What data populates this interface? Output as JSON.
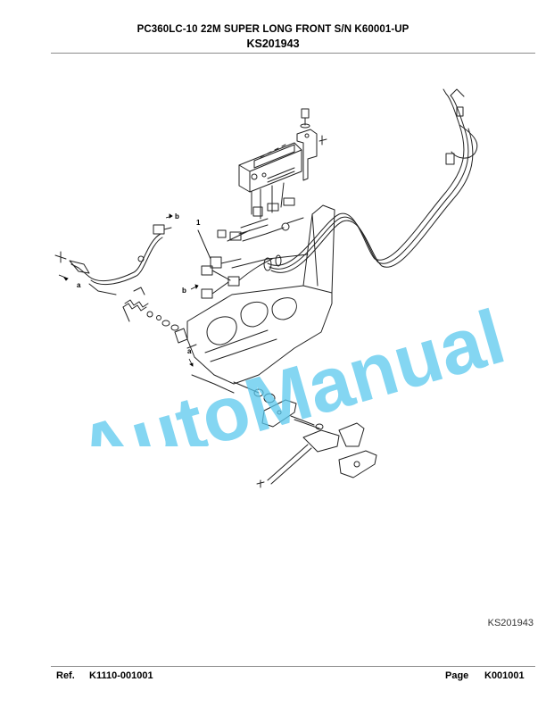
{
  "header": {
    "model_line": "PC360LC-10 22M SUPER LONG FRONT S/N K60001-UP",
    "illustration_code": "KS201943"
  },
  "drawing": {
    "callouts": {
      "item_1": "1",
      "a_left": "a",
      "a_center": "a",
      "b_top": "b",
      "b_left": "b"
    },
    "watermark_text": "AutoManual",
    "watermark_color": "#5bc8ee"
  },
  "figure_code": "KS201943",
  "footer": {
    "ref_label": "Ref.",
    "ref_value": "K1110-001001",
    "page_label": "Page",
    "page_value": "K001001"
  }
}
